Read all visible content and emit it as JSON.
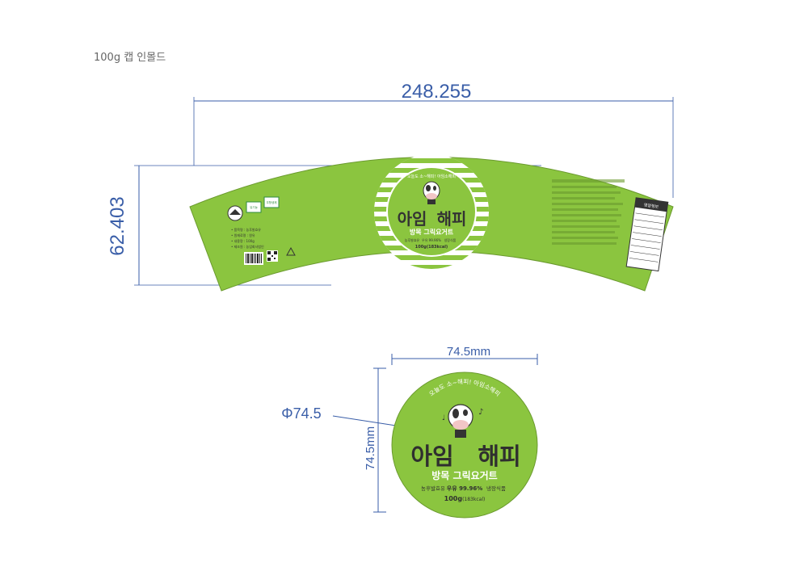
{
  "header": {
    "title": "100g 캡 인몰드"
  },
  "colors": {
    "label_green": "#8bc53f",
    "dimension_blue": "#3a5ea8",
    "dark": "#3a3a3a"
  },
  "dimensions": {
    "sleeve_width": "248.255",
    "sleeve_height": "62.403",
    "lid_width": "74.5mm",
    "lid_height": "74.5mm",
    "lid_diameter": "Φ74.5"
  },
  "sleeve": {
    "brand_left": "아임",
    "brand_right": "해피",
    "slogan": "오늘도 소~해피! 아임소해피",
    "product_name": "방목 그릭요거트",
    "details": [
      "농후발효유",
      "우유 99.96%",
      "냉장식품"
    ],
    "weight": "100g(183kcal)",
    "cert_badges": [
      "유기농",
      "무항생제"
    ],
    "nutrition_title": "영양정보",
    "info_lines": [
      "• 품목명 : 농후발효유",
      "• 원재료명 : 원유",
      "• 내용량 : 100g",
      "• 제조원 : 농업회사법인"
    ]
  },
  "lid": {
    "slogan": "오늘도 소~해피! 아임소해피",
    "brand_left": "아임",
    "brand_right": "해피",
    "product_name": "방목 그릭요거트",
    "details": [
      "농후발효유",
      "우유 99.96%",
      "냉장식품"
    ],
    "weight": "100g",
    "kcal": "(183kcal)"
  }
}
